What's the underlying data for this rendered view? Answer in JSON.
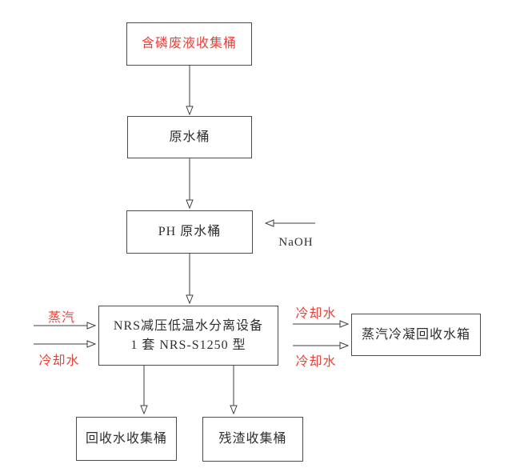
{
  "nodes": {
    "waste": "含磷废液收集桶",
    "raw_water": "原水桶",
    "ph_water": "PH 原水桶",
    "separator_line1": "NRS减压低温水分离设备",
    "separator_line2": "1 套 NRS-S1250 型",
    "recovery_tank": "蒸汽冷凝回收水箱",
    "recovered_water": "回收水收集桶",
    "residue": "残渣收集桶"
  },
  "flow_labels": {
    "naoh": "NaOH",
    "steam_in": "蒸汽",
    "cooling_water_in": "冷却水",
    "cooling_water_out_top": "冷却水",
    "cooling_water_out_bottom": "冷却水"
  },
  "colors": {
    "annotation_red": "#e8423a",
    "line": "#3f3f3f",
    "text": "#2e2e2e",
    "background": "#ffffff"
  }
}
